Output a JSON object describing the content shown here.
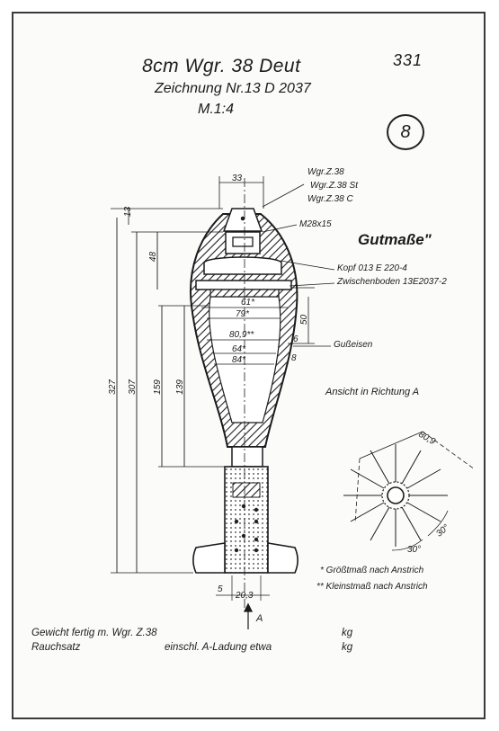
{
  "header": {
    "sheet_number": "331",
    "title": "8cm Wgr. 38 Deut",
    "drawing": "Zeichnung Nr.13 D 2037",
    "scale": "M.1:4",
    "circled_number": "8"
  },
  "callouts": {
    "fuse1": "Wgr.Z.38",
    "fuse2": "Wgr.Z.38 St",
    "fuse3": "Wgr.Z.38 C",
    "thread": "M28x15",
    "gutmasse": "Gutmaße\"",
    "kopf": "Kopf 013 E 220-4",
    "zwischenboden": "Zwischenboden 13E2037-2",
    "gusseisen": "Gußeisen"
  },
  "dimensions": {
    "top_width": "33",
    "d_61": "61*",
    "d_79": "79*",
    "d_80": "80,9**",
    "d_64": "64*",
    "d_84": "84*",
    "h_13": "13",
    "h_48": "48",
    "h_50": "50",
    "h_159": "159",
    "h_139": "139",
    "h_307": "307",
    "h_327": "327",
    "h_6": "6",
    "h_8": "8",
    "h_5": "5",
    "tail_width": "20,3",
    "arrow_label": "A"
  },
  "view_a": {
    "title": "Ansicht in Richtung A",
    "d_80": "80,9",
    "angle1": "30°",
    "angle2": "30°"
  },
  "legend": {
    "max_note": "* Größtmaß nach Anstrich",
    "min_note": "** Kleinstmaß nach Anstrich"
  },
  "footer": {
    "weight_label": "Gewicht fertig m. Wgr. Z.38",
    "weight_unit": "kg",
    "smoke_label": "Rauchsatz",
    "smoke_desc": "einschl. A-Ladung etwa",
    "smoke_unit": "kg"
  },
  "colors": {
    "ink": "#1b1b1b",
    "paper": "#fbfbfa",
    "border": "#3a3a3a"
  }
}
